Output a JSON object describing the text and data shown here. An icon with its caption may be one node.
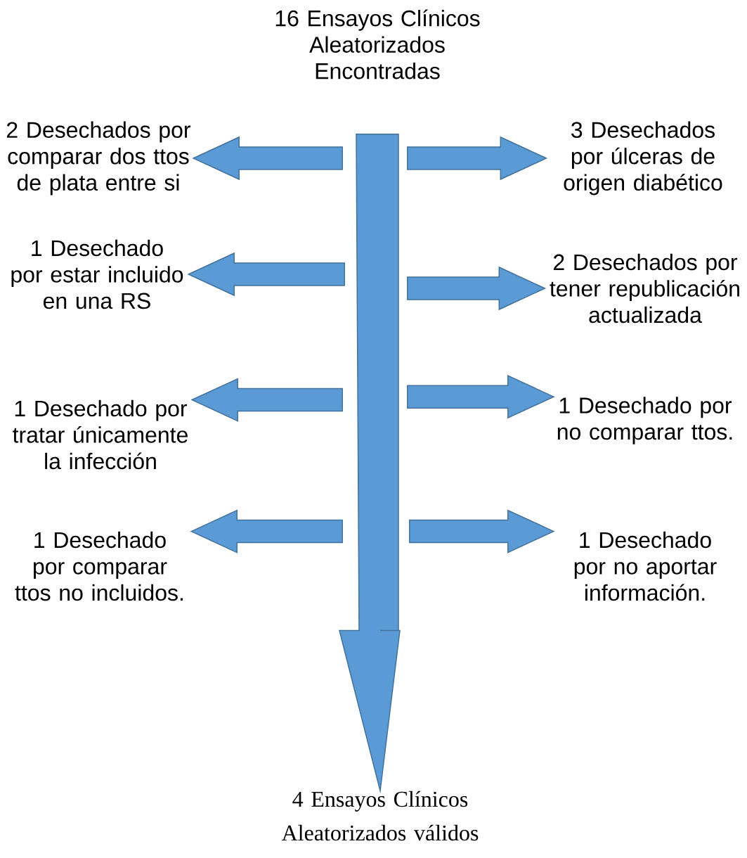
{
  "diagram": {
    "nodes": [
      {
        "text": [
          "16 Ensayos Clínicos Aleatorizados Encontradas"
        ]
      },
      {
        "text": [
          "2 Desechados por comparar dos ttos de plata entre si"
        ]
      },
      {
        "text": [
          "3 Desechados por úlceras de origen diabético"
        ]
      },
      {
        "text": [
          "1 Desechado por estar incluido en una RS"
        ]
      },
      {
        "text": [
          "2 Desechados por tener republicación actualizada"
        ]
      },
      {
        "text": [
          "1 Desechado por tratar únicamente la infección"
        ]
      },
      {
        "text": [
          "1 Desechado por no comparar ttos."
        ]
      },
      {
        "text": [
          "1 Desechado por comparar ttos no incluidos."
        ]
      },
      {
        "text": [
          "1 Desechado por no aportar información."
        ]
      },
      {
        "text": [
          "4 Ensayos Clínicos Aleatorizados válidos"
        ]
      }
    ],
    "edges": [
      {
        "from": 0,
        "to": 9,
        "arrow": "to"
      },
      {
        "from": null,
        "to": 1,
        "arrow": "to"
      },
      {
        "from": null,
        "to": 2,
        "arrow": "to"
      },
      {
        "from": null,
        "to": 3,
        "arrow": "to"
      },
      {
        "from": null,
        "to": 4,
        "arrow": "to"
      },
      {
        "from": null,
        "to": 5,
        "arrow": "to"
      },
      {
        "from": null,
        "to": 6,
        "arrow": "to"
      },
      {
        "from": null,
        "to": 7,
        "arrow": "to"
      },
      {
        "from": null,
        "to": 8,
        "arrow": "to"
      }
    ]
  }
}
